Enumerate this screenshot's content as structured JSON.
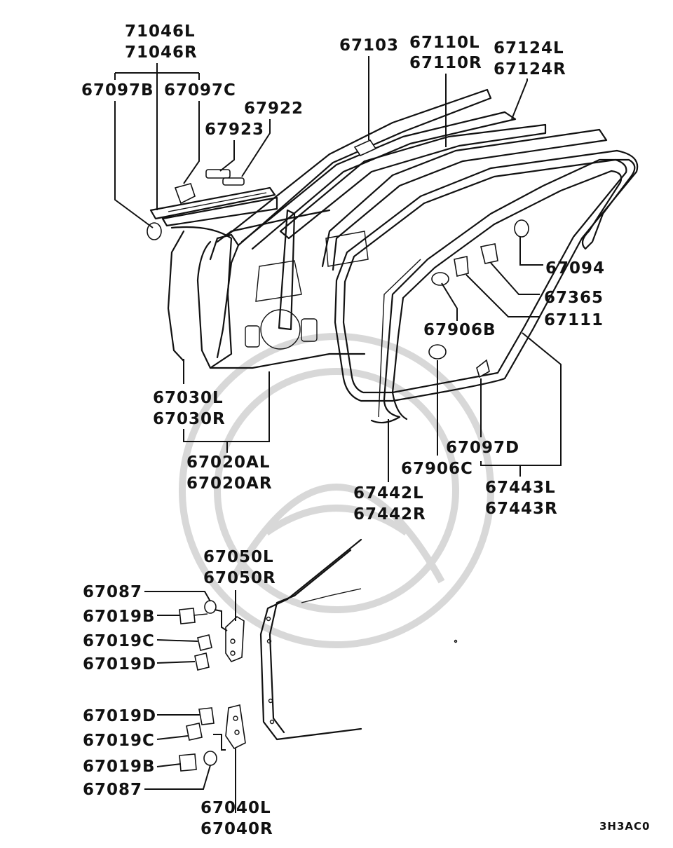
{
  "diagram_code": "3H3AC0",
  "labels": {
    "p71046": [
      "71046L",
      "71046R"
    ],
    "p67097b": "67097B",
    "p67097c": "67097C",
    "p67922": "67922",
    "p67923": "67923",
    "p67103": "67103",
    "p67110": [
      "67110L",
      "67110R"
    ],
    "p67124": [
      "67124L",
      "67124R"
    ],
    "p67094": "67094",
    "p67365": "67365",
    "p67111": "67111",
    "p67906b": "67906B",
    "p67030": [
      "67030L",
      "67030R"
    ],
    "p67020a": [
      "67020AL",
      "67020AR"
    ],
    "p67097d": "67097D",
    "p67906c": "67906C",
    "p67442": [
      "67442L",
      "67442R"
    ],
    "p67443": [
      "67443L",
      "67443R"
    ],
    "p67050": [
      "67050L",
      "67050R"
    ],
    "p67087_top": "67087",
    "p67019b_top": "67019B",
    "p67019c_top": "67019C",
    "p67019d_top": "67019D",
    "p67019d_bot": "67019D",
    "p67019c_bot": "67019C",
    "p67019b_bot": "67019B",
    "p67087_bot": "67087",
    "p67040": [
      "67040L",
      "67040R"
    ]
  }
}
